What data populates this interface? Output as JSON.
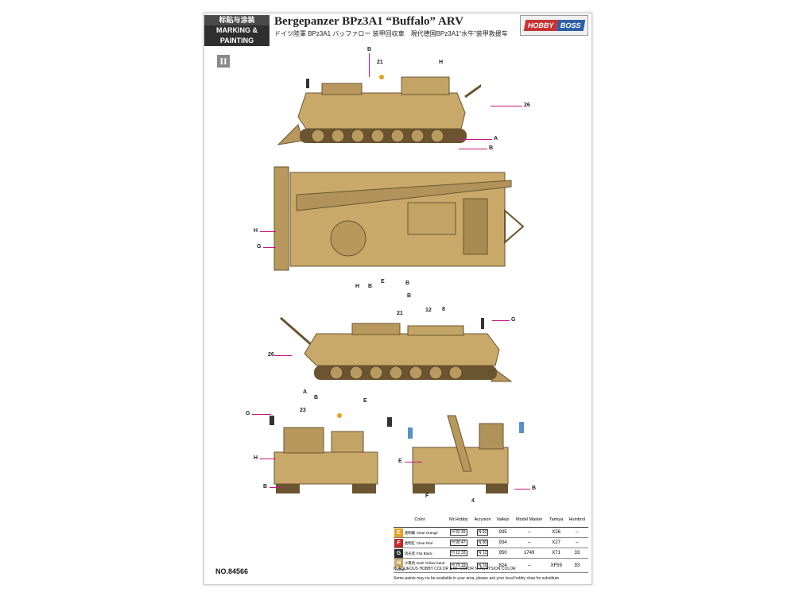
{
  "header": {
    "cn_label": "标贴与涂装",
    "en_label": "MARKING & PAINTING",
    "title": "Bergepanzer BPz3A1 “Buffalo” ARV",
    "subtitle": "ドイツ陸軍 BPz3A1 バッファロー 装甲回収車　現代德国BPz3A1“水牛”装甲救援车",
    "logo_left": "HOBBY",
    "logo_right": "BOSS"
  },
  "section_marker": "II",
  "footer": {
    "product_no": "NO.84566",
    "legend": "H: AQUEOUS HOBBY COLOR   ■ Mr. COLOR   N: ACRYSION COLOR",
    "note": "Some paints may no be available in your area, please ask your local hobby shop for substitute"
  },
  "callouts": {
    "side1": [
      "B",
      "21",
      "H",
      "26",
      "A",
      "B"
    ],
    "top": [
      "H",
      "G",
      "H",
      "B",
      "E",
      "B"
    ],
    "side2": [
      "B",
      "21",
      "12",
      "8",
      "G",
      "26",
      "A",
      "B"
    ],
    "front": [
      "G",
      "23",
      "E",
      "H",
      "B"
    ],
    "rear": [
      "E",
      "F",
      "4",
      "B"
    ]
  },
  "color_table": {
    "headers": [
      "Color",
      "Mr.Hobby",
      "Acrysion",
      "Vallejo",
      "Model Master",
      "Tamiya",
      "Humbrol"
    ],
    "rows": [
      {
        "key": "E",
        "swatch": "#e8a020",
        "cn": "透明橘",
        "name": "Clear Orange",
        "mr": "H 92 49",
        "acr": "N 92",
        "val": "935",
        "mm": "--",
        "tam": "X26",
        "hum": "--"
      },
      {
        "key": "F",
        "swatch": "#c0282d",
        "cn": "透明红",
        "name": "Clear Red",
        "mr": "H 90 47",
        "acr": "N 90",
        "val": "934",
        "mm": "--",
        "tam": "X27",
        "hum": "--"
      },
      {
        "key": "G",
        "swatch": "#2a2a2a",
        "cn": "消光黑",
        "name": "Flat Black",
        "mr": "H 12 33",
        "acr": "N 12",
        "val": "950",
        "mm": "1749",
        "tam": "X71",
        "hum": "33"
      },
      {
        "key": "H",
        "swatch": "#c9a96a",
        "cn": "沙黄色",
        "name": "Dark Yellow Sand Yellow",
        "mr": "H 79 19",
        "acr": "N 79",
        "val": "824",
        "mm": "--",
        "tam": "XF59",
        "hum": "93"
      }
    ]
  },
  "colors": {
    "vehicle": "#c9a96a",
    "vehicle_dark": "#8c7040",
    "lead": "#c71585"
  }
}
